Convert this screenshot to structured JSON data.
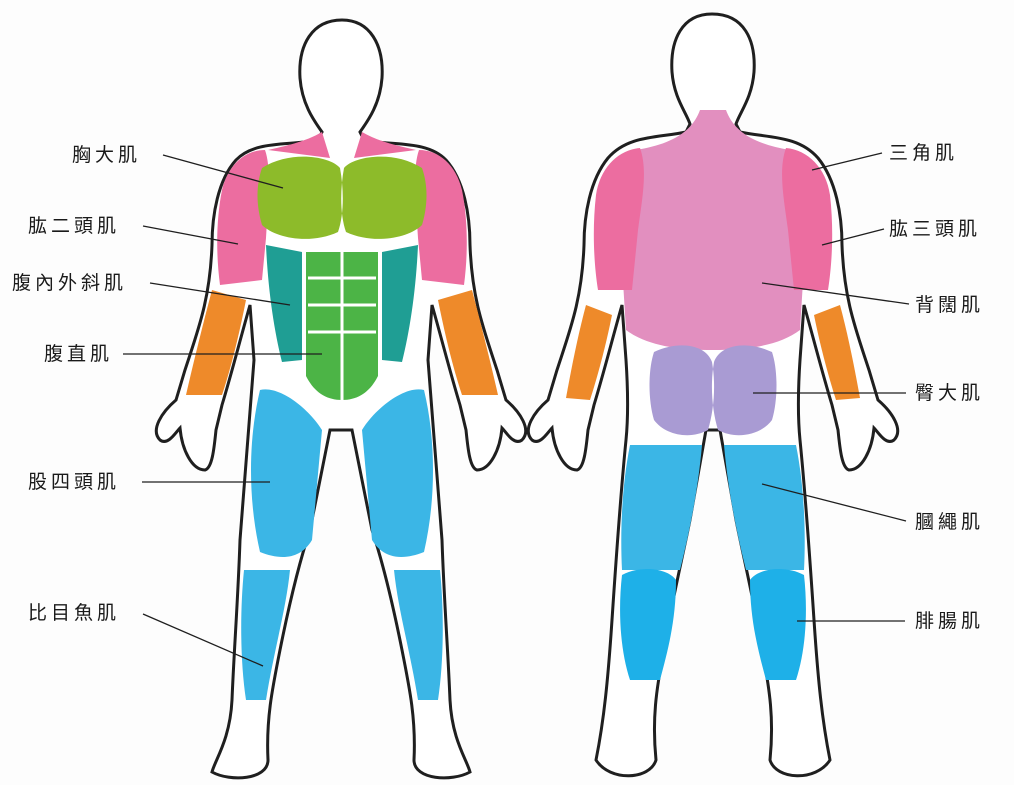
{
  "front_labels": {
    "chest": "胸大肌",
    "biceps": "肱二頭肌",
    "obliques": "腹內外斜肌",
    "abs": "腹直肌",
    "quads": "股四頭肌",
    "soleus": "比目魚肌"
  },
  "back_labels": {
    "deltoid": "三角肌",
    "triceps": "肱三頭肌",
    "lats": "背闊肌",
    "glutes": "臀大肌",
    "hamstrings": "膕繩肌",
    "calves": "腓腸肌"
  },
  "colors": {
    "chest": "#8dbb2a",
    "abs": "#4cb446",
    "obliques": "#1f9e94",
    "arms_upper": "#ec6da0",
    "forearm": "#ee8a2a",
    "back": "#e28fbf",
    "glutes": "#a99bd3",
    "legs": "#3bb6e6",
    "calves": "#1eb0e8",
    "outline": "#1f1f1f"
  }
}
